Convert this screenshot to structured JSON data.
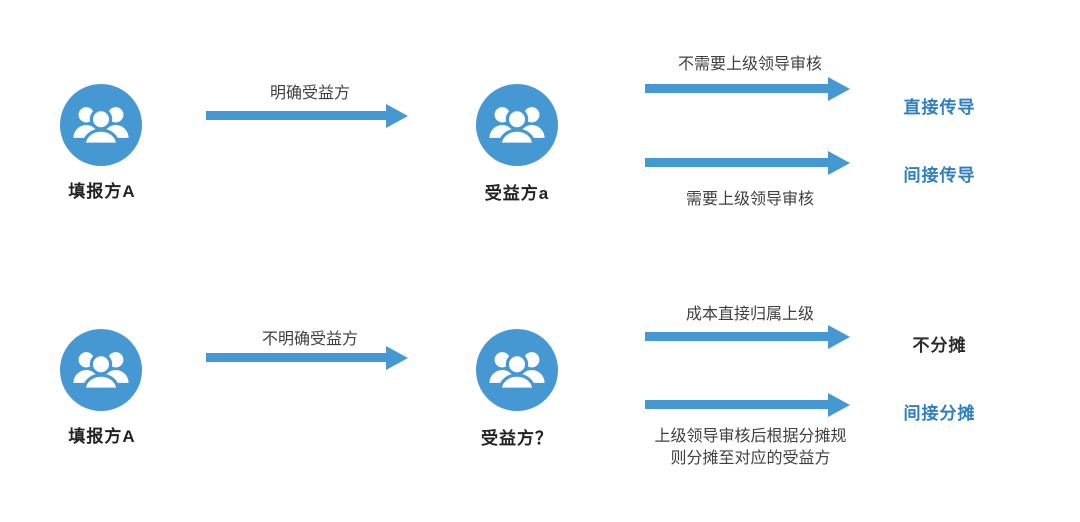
{
  "colors": {
    "primary_blue": "#4698d2",
    "outcome_blue": "#2d7fc1",
    "condition_text": "#404040",
    "node_label_text": "#222222"
  },
  "icons": {
    "node_icon": "group-icon"
  },
  "rows": [
    {
      "source_label": "填报方A",
      "transition_label": "明确受益方",
      "target_label": "受益方a",
      "branches": [
        {
          "condition": "不需要上级领导审核",
          "outcome": "直接传导"
        },
        {
          "condition": "需要上级领导审核",
          "outcome": "间接传导"
        }
      ]
    },
    {
      "source_label": "填报方A",
      "transition_label": "不明确受益方",
      "target_label": "受益方？",
      "branches": [
        {
          "condition": "成本直接归属上级",
          "outcome": "不分摊"
        },
        {
          "condition": "上级领导审核后根据分摊规则分摊至对应的受益方",
          "outcome": "间接分摊"
        }
      ]
    }
  ]
}
